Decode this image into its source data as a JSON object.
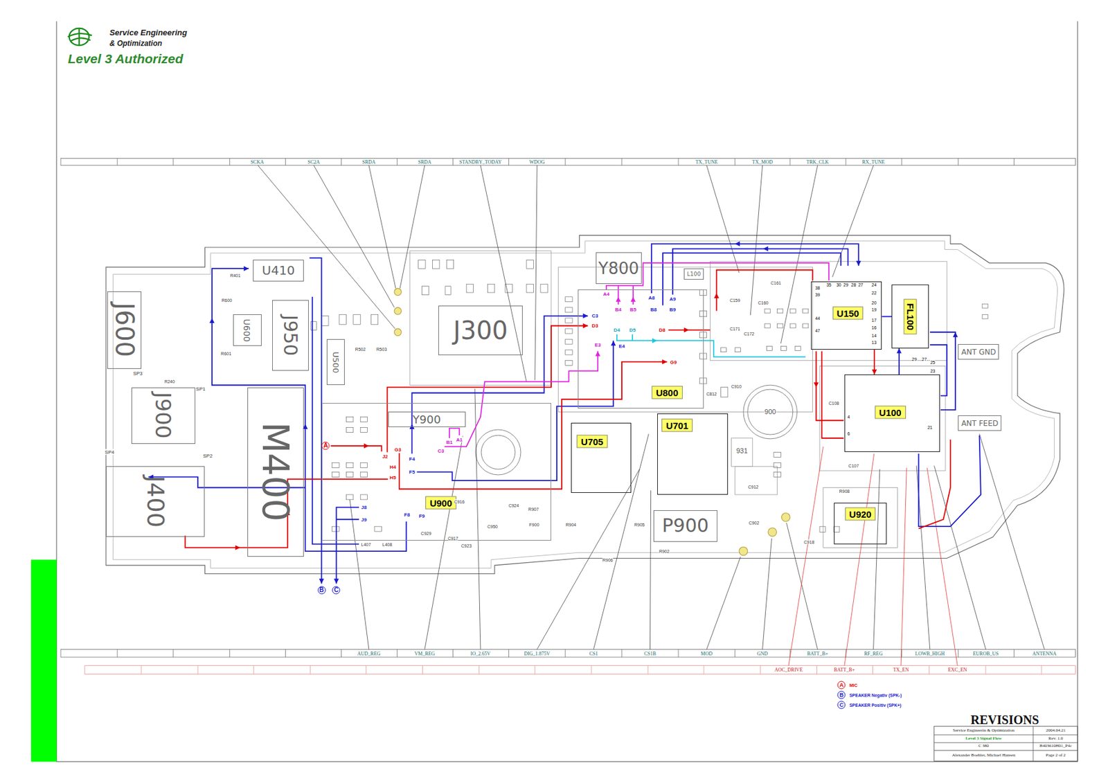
{
  "diagram": {
    "nodes": [
      {
        "text": [
          "J600"
        ]
      },
      {
        "text": [
          "J900"
        ]
      },
      {
        "text": [
          "J400"
        ]
      },
      {
        "text": [
          "U410"
        ]
      },
      {
        "text": [
          "U600"
        ]
      },
      {
        "text": [
          "J950"
        ]
      },
      {
        "text": [
          "M400"
        ]
      },
      {
        "text": [
          "U500"
        ]
      },
      {
        "text": [
          "J300"
        ]
      },
      {
        "text": [
          "U900"
        ]
      },
      {
        "text": [
          "Y900"
        ],
        "in": 9
      },
      {
        "text": [
          "Y800"
        ]
      },
      {
        "text": [
          "L100"
        ]
      },
      {
        "text": [
          "U800"
        ]
      },
      {
        "text": [
          "U705"
        ]
      },
      {
        "text": [
          "U701"
        ]
      },
      {
        "text": [
          "P900"
        ]
      },
      {
        "text": [
          "U150"
        ]
      },
      {
        "text": [
          "FL100"
        ]
      },
      {
        "text": [
          "U100"
        ]
      },
      {
        "text": [
          "U920"
        ]
      },
      {
        "text": [
          "ANT GND"
        ]
      },
      {
        "text": [
          "ANT FEED"
        ]
      }
    ],
    "edges": [
      {
        "from": 18,
        "to": 17,
        "arrow": "none"
      },
      {
        "from": 19,
        "to": 18,
        "arrow": "to"
      },
      {
        "from": 17,
        "to": 19,
        "arrow": "to"
      }
    ],
    "labels": [
      "Service Engineering",
      "& Optimization",
      "Level 3 Authorized",
      "SCKA",
      "SC2A",
      "SRDA",
      "SRDA",
      "STANDBY_TODAY",
      "WDOG",
      "TX_TUNE",
      "TX_MOD",
      "TRK_CLK",
      "RX_TUNE",
      "AUD_REG",
      "VM_REG",
      "IO_2.65V",
      "DIG_1.875V",
      "CS1",
      "CS1B",
      "MOD",
      "GND",
      "BATT_B+",
      "RF_REG",
      "LOWB_HIGH",
      "EUROB_US",
      "ANTENNA",
      "AOC_DRIVE",
      "BATT_B+",
      "TX_EN",
      "EXC_EN",
      "A",
      "B",
      "C",
      "REVISIONS",
      "Service Engineerin & Optimization",
      "2004.04.21",
      "Level 3 Signal Flow",
      "Rev. 1.0",
      "C 380",
      "B403610H01_P4c",
      "Alexander Boehler, Michael Hansen",
      "Page 2 of 2",
      "A",
      "B",
      "C",
      "A4",
      "B4",
      "B5",
      "A8",
      "A9",
      "B8",
      "B9",
      "C3",
      "D3",
      "D4",
      "D5",
      "D8",
      "E3",
      "E4",
      "G9",
      "B1",
      "A1",
      "C3",
      "G3",
      "J2",
      "H4",
      "H5",
      "F4",
      "F5",
      "J8",
      "J9",
      "F8",
      "F9",
      "35",
      "30",
      "29",
      "28",
      "27",
      "38",
      "39",
      "44",
      "47",
      "24",
      "22",
      "20",
      "19",
      "17",
      "16",
      "14",
      "13",
      "29",
      "27",
      "25",
      "23",
      "4",
      "6",
      "21",
      "C159",
      "C160",
      "C171",
      "C172",
      "C161",
      "C107",
      "C108",
      "R908",
      "C918",
      "C902",
      "C912",
      "C812",
      "C910",
      "C950",
      "C924",
      "C917",
      "C923",
      "R907",
      "F900",
      "C929",
      "L407",
      "L408",
      "R904",
      "R905",
      "R906",
      "R902",
      "SP3",
      "SP1",
      "SP2",
      "SP4",
      "R240",
      "R401",
      "R601",
      "R600",
      "R502",
      "R503",
      "C916",
      "931",
      "900"
    ],
    "legend": [
      {
        "text": "MIC",
        "color": "#e00000"
      },
      {
        "text": "SPEAKER Negativ (SPK-)",
        "color": "#1a1ad0"
      },
      {
        "text": "SPEAKER Positiv (SPK+)",
        "color": "#1a1ad0"
      }
    ]
  }
}
